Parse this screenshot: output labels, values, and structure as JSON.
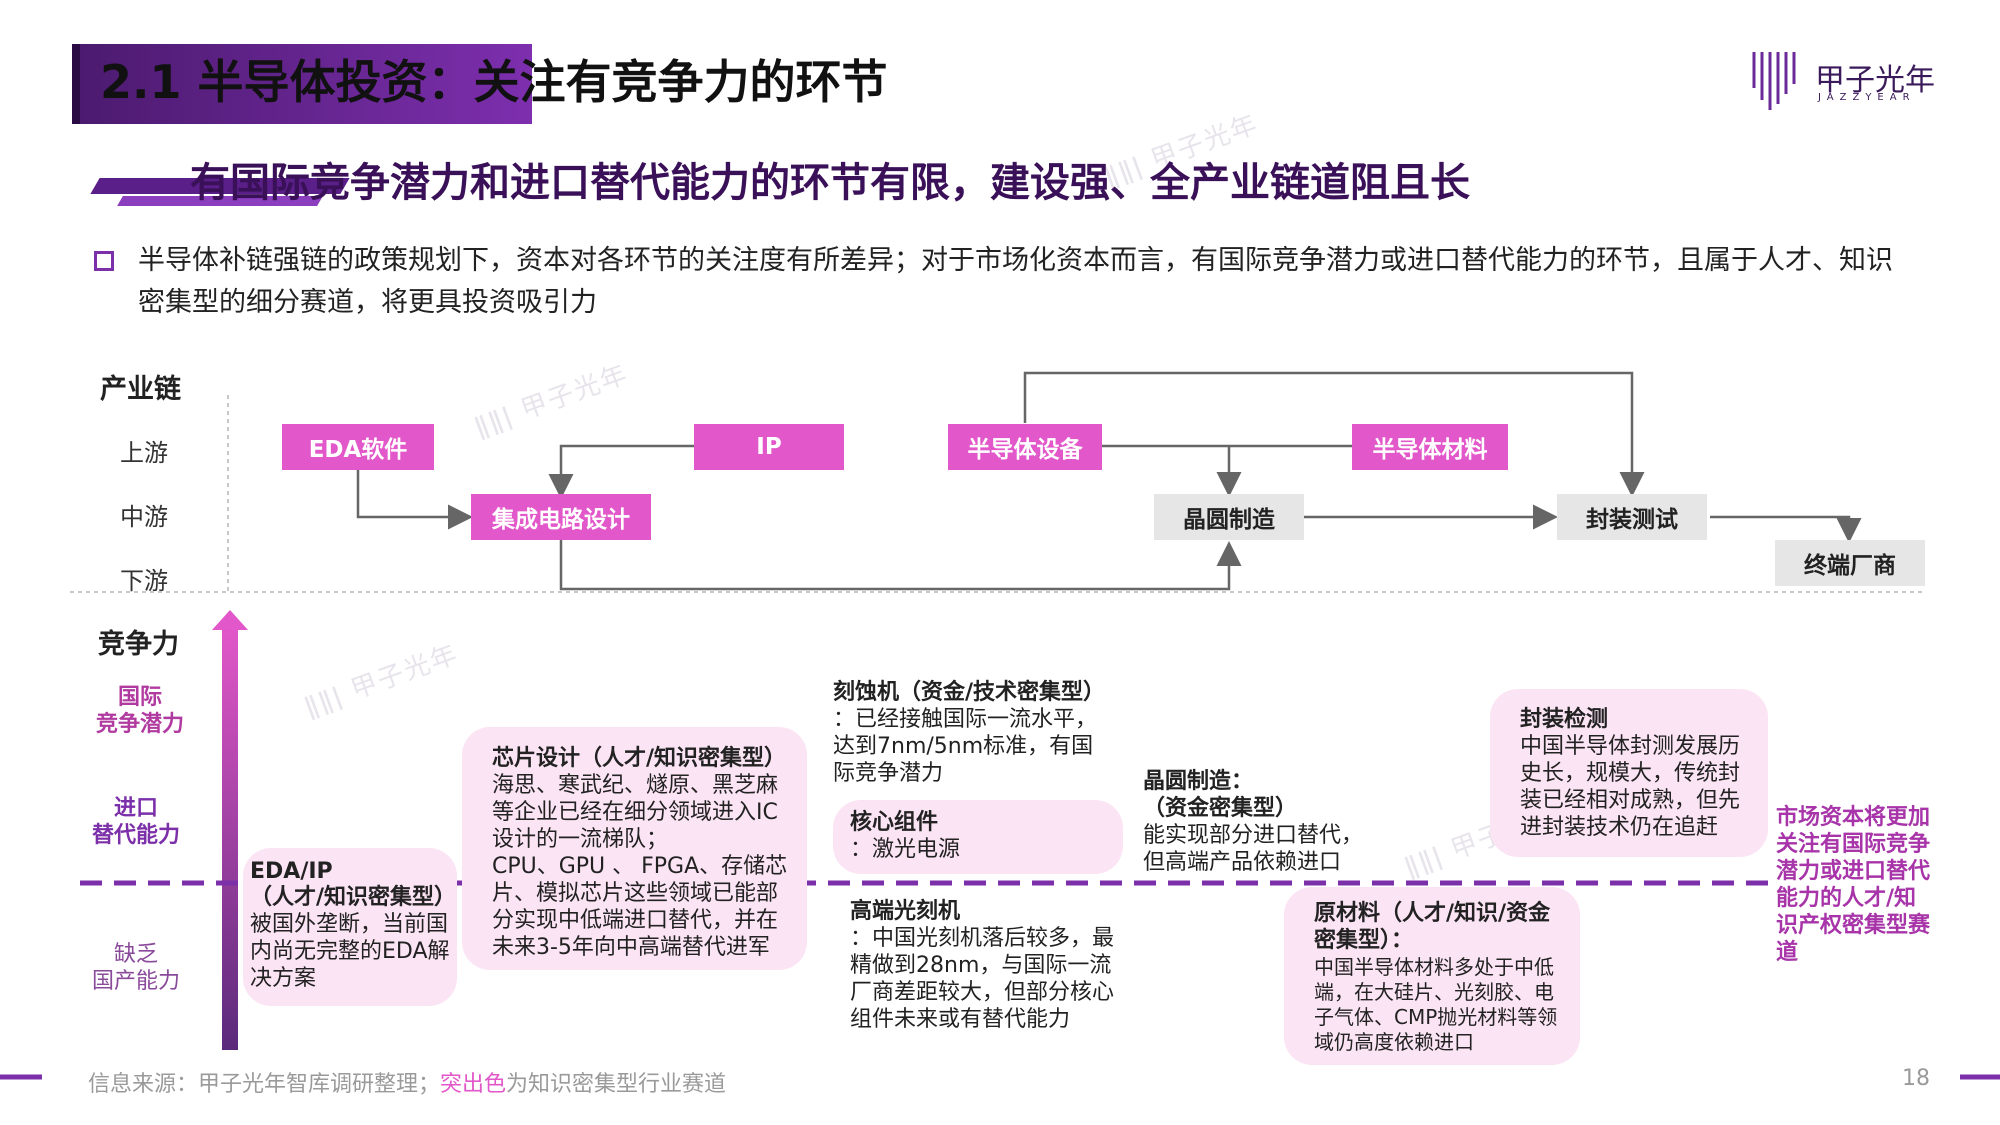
{
  "header": {
    "title": "2.1 半导体投资：关注有竞争力的环节",
    "subtitle": "有国际竞争潜力和进口替代能力的环节有限，建设强、全产业链道阻且长",
    "logo_cn": "甲子光年",
    "logo_en": "JAZZYEAR"
  },
  "bullet": "半导体补链强链的政策规划下，资本对各环节的关注度有所差异；对于市场化资本而言，有国际竞争潜力或进口替代能力的环节，且属于人才、知识密集型的细分赛道，将更具投资吸引力",
  "axis": {
    "chain_label": "产业链",
    "up": "上游",
    "mid": "中游",
    "down": "下游",
    "comp_label": "竞争力",
    "comp_high": "国际\n竞争潜力",
    "comp_mid": "进口\n替代能力",
    "comp_low": "缺乏\n国产能力"
  },
  "nodes": {
    "eda": "EDA软件",
    "ip": "IP",
    "equip": "半导体设备",
    "material": "半导体材料",
    "icdesign": "集成电路设计",
    "wafer": "晶圆制造",
    "package": "封装测试",
    "terminal": "终端厂商"
  },
  "cards": {
    "eda_title": "EDA/IP",
    "eda_title2": "（人才/知识密集型）",
    "eda_body": "被国外垄断，当前国内尚无完整的EDA解决方案",
    "chip_title": "芯片设计（人才/知识密集型）",
    "chip_body": "海思、寒武纪、燧原、黑芝麻等企业已经在细分领域进入IC设计的一流梯队；\nCPU、GPU 、 FPGA、存储芯片、模拟芯片这些领域已能部分实现中低端进口替代，并在未来3-5年向中高端替代进军",
    "etch_title": "刻蚀机（资金/技术密集型）",
    "etch_body": "：已经接触国际一流水平，达到7nm/5nm标准，有国际竞争潜力",
    "core_title": "核心组件",
    "core_body": "：激光电源",
    "litho_title": "高端光刻机",
    "litho_body": "：中国光刻机落后较多，最精做到28nm，与国际一流厂商差距较大，但部分核心组件未来或有替代能力",
    "wafer_title": "晶圆制造：",
    "wafer_title2": "（资金密集型）",
    "wafer_body": "能实现部分进口替代，但高端产品依赖进口",
    "pkg_title": "封装检测",
    "pkg_body": "中国半导体封测发展历史长，规模大，传统封装已经相对成熟，但先进封装技术仍在追赶",
    "raw_title": "原材料（人才/知识/资金密集型）：",
    "raw_body": "中国半导体材料多处于中低端，在大硅片、光刻胶、电子气体、CMP抛光材料等领域仍高度依赖进口"
  },
  "right_note": "市场资本将更加关注有国际竞争潜力或进口替代能力的人才/知识产权密集型赛道",
  "footer": {
    "source_prefix": "信息来源：甲子光年智库调研整理；",
    "highlight": "突出色",
    "source_suffix": "为知识密集型行业赛道",
    "page": "18"
  },
  "colors": {
    "accent_pink": "#e257c9",
    "accent_purple": "#7b2fa8",
    "card_bg": "#fbe4f4",
    "node_grey": "#e6e6e6"
  }
}
